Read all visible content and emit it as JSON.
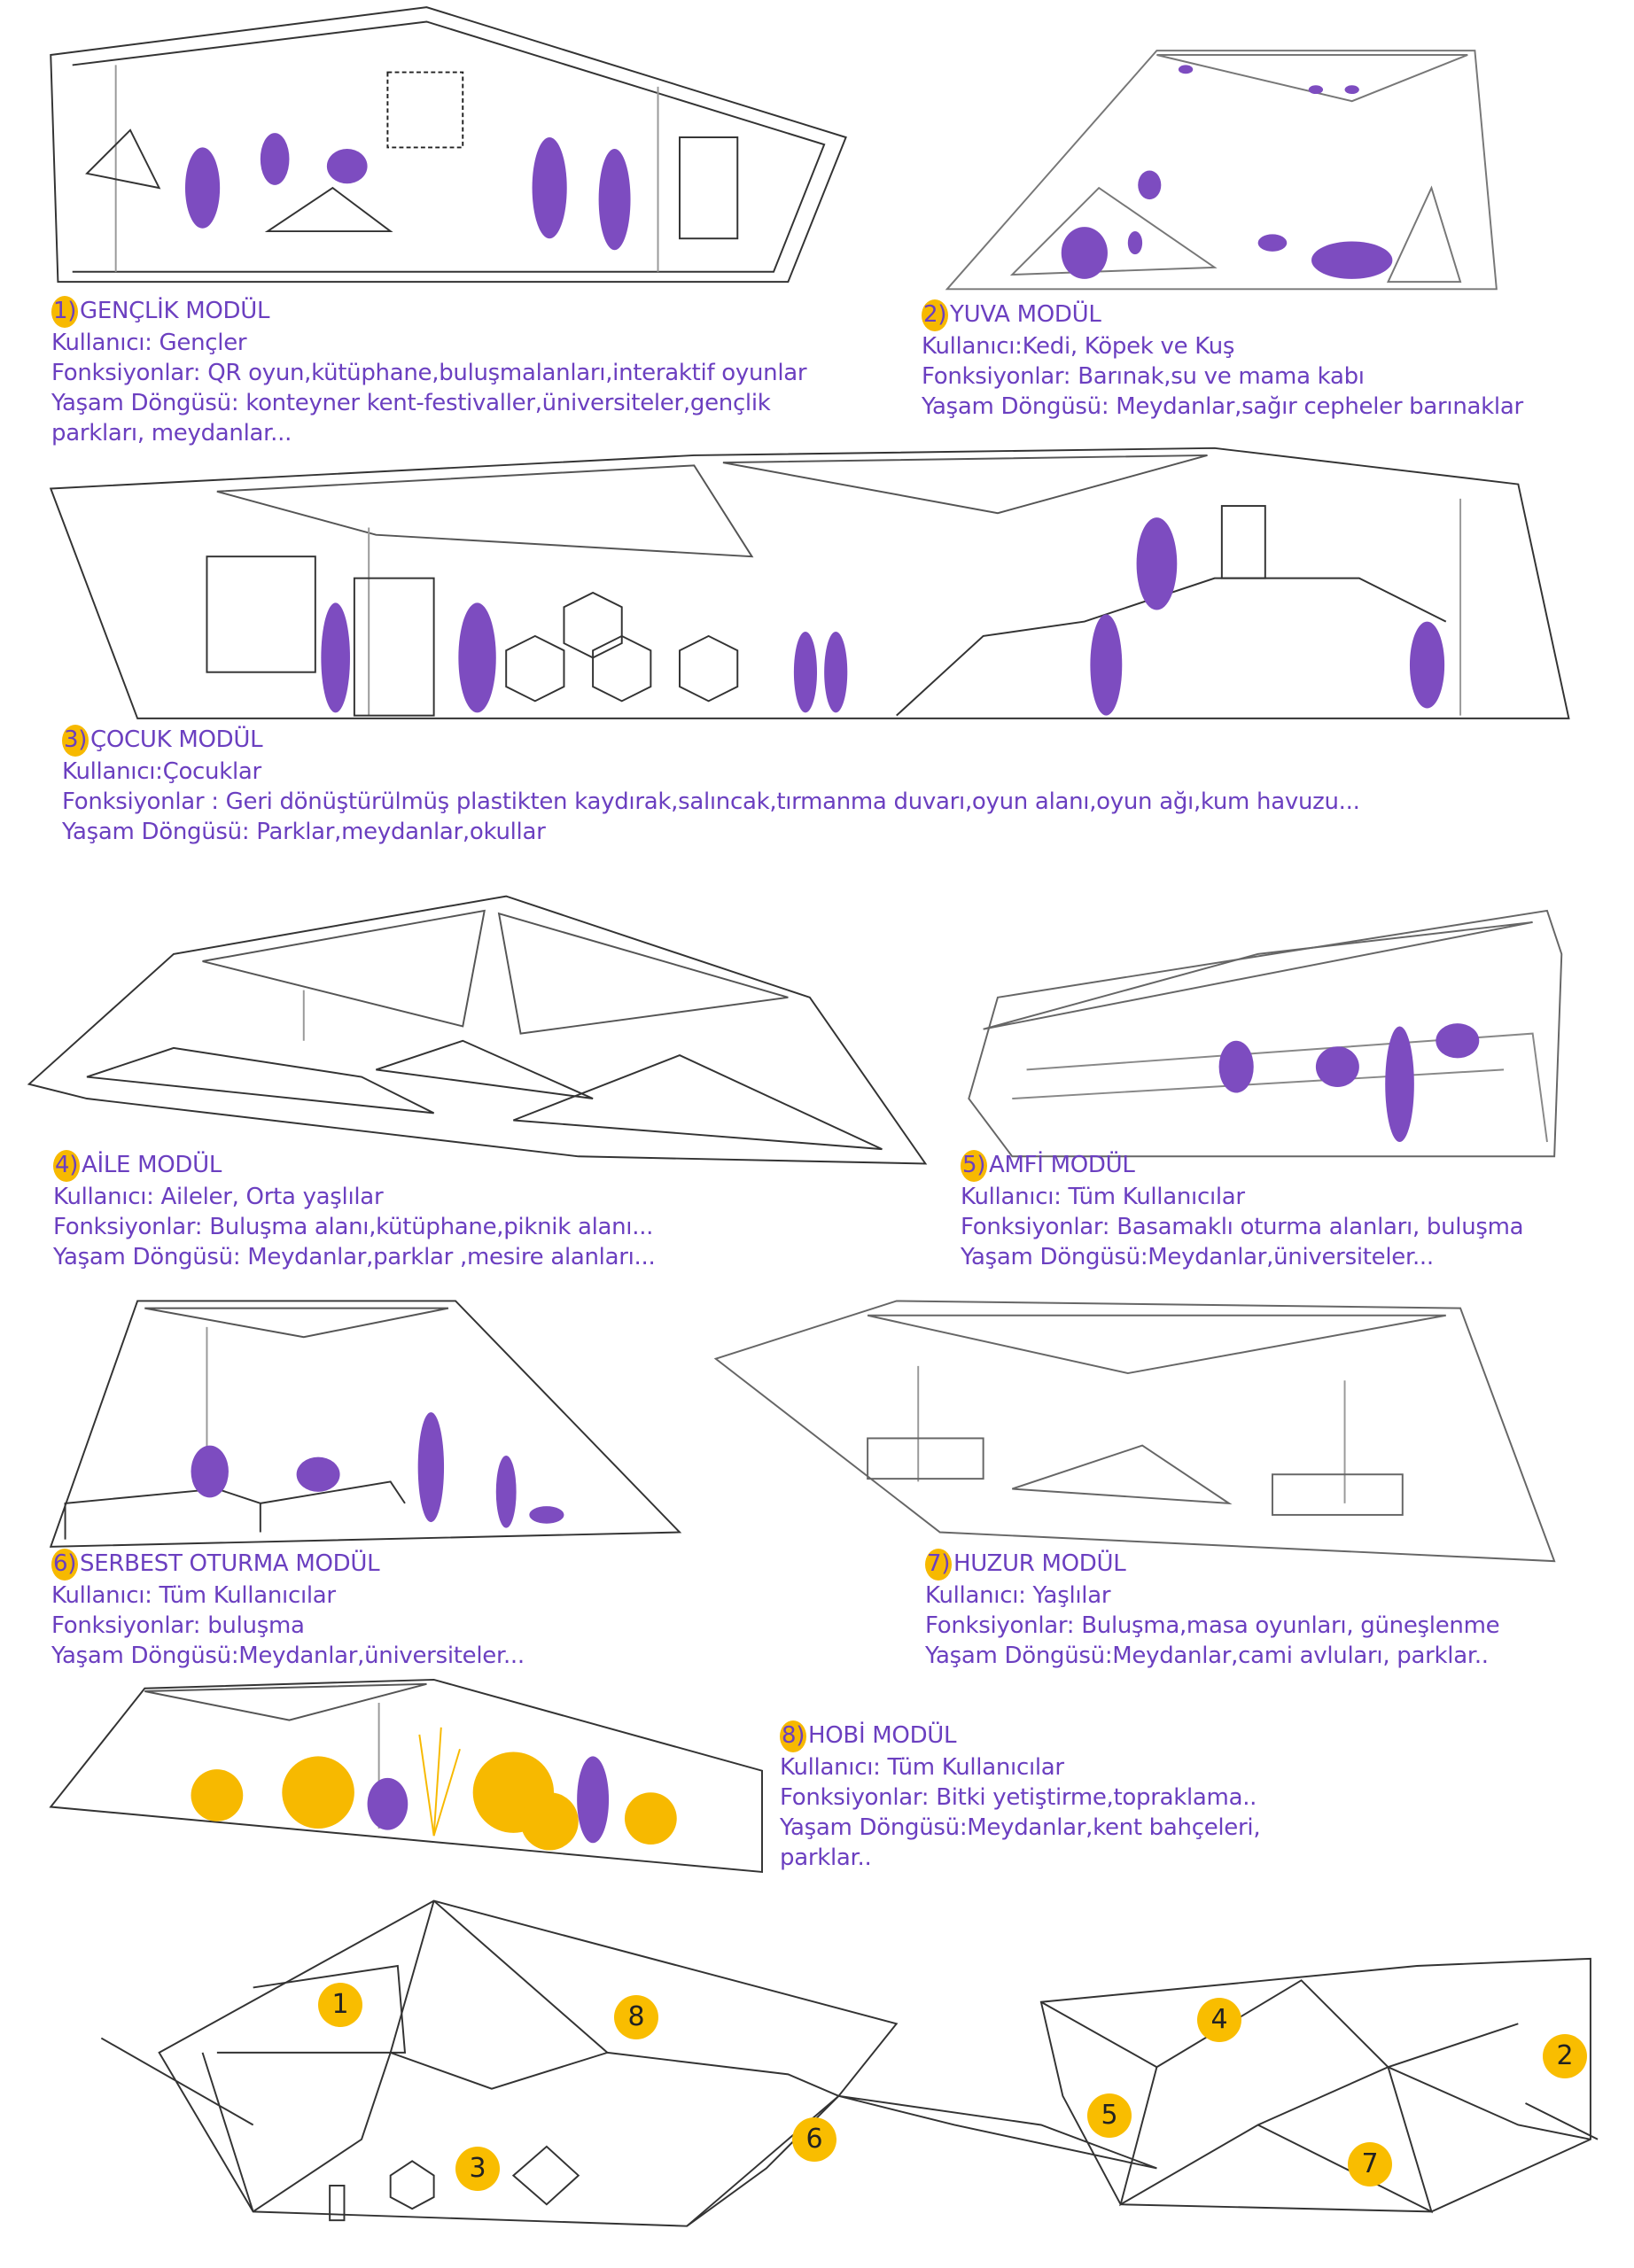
{
  "colors": {
    "text": "#6b3fc0",
    "accent": "#f7b900",
    "silhouette": "#7d4cc0",
    "plant": "#f7b900"
  },
  "modules": [
    {
      "num": "1)",
      "title": "GENÇLİK MODÜL",
      "lines": [
        "Kullanıcı: Gençler",
        "Fonksiyonlar: QR oyun,kütüphane,buluşmalanları,interaktif oyunlar",
        "Yaşam Döngüsü: konteyner kent-festivaller,üniversiteler,gençlik",
        "parkları, meydanlar..."
      ]
    },
    {
      "num": "2)",
      "title": "YUVA MODÜL",
      "lines": [
        "Kullanıcı:Kedi, Köpek ve Kuş",
        "Fonksiyonlar: Barınak,su ve mama kabı",
        "Yaşam Döngüsü: Meydanlar,sağır cepheler barınaklar"
      ]
    },
    {
      "num": "3)",
      "title": "ÇOCUK MODÜL",
      "lines": [
        "Kullanıcı:Çocuklar",
        "Fonksiyonlar : Geri dönüştürülmüş plastikten kaydırak,salıncak,tırmanma duvarı,oyun alanı,oyun ağı,kum havuzu...",
        "Yaşam Döngüsü: Parklar,meydanlar,okullar"
      ]
    },
    {
      "num": "4)",
      "title": "AİLE MODÜL",
      "lines": [
        "Kullanıcı: Aileler, Orta yaşlılar",
        "Fonksiyonlar: Buluşma alanı,kütüphane,piknik alanı...",
        "Yaşam Döngüsü: Meydanlar,parklar ,mesire alanları..."
      ]
    },
    {
      "num": "5)",
      "title": "AMFİ MODÜL",
      "lines": [
        "Kullanıcı: Tüm Kullanıcılar",
        "Fonksiyonlar: Basamaklı oturma alanları, buluşma",
        "Yaşam Döngüsü:Meydanlar,üniversiteler..."
      ]
    },
    {
      "num": "6)",
      "title": "SERBEST OTURMA MODÜL",
      "lines": [
        "Kullanıcı: Tüm Kullanıcılar",
        "Fonksiyonlar:  buluşma",
        "Yaşam Döngüsü:Meydanlar,üniversiteler..."
      ]
    },
    {
      "num": "7)",
      "title": "HUZUR MODÜL",
      "lines": [
        "Kullanıcı: Yaşlılar",
        "Fonksiyonlar: Buluşma,masa oyunları, güneşlenme",
        "Yaşam Döngüsü:Meydanlar,cami avluları, parklar.."
      ]
    },
    {
      "num": "8)",
      "title": "HOBİ MODÜL",
      "lines": [
        "Kullanıcı: Tüm Kullanıcılar",
        "Fonksiyonlar: Bitki yetiştirme,topraklama..",
        "Yaşam Döngüsü:Meydanlar,kent bahçeleri,",
        "parklar.."
      ]
    }
  ],
  "plan_labels": [
    "1",
    "8",
    "3",
    "6",
    "4",
    "5",
    "2",
    "7"
  ]
}
